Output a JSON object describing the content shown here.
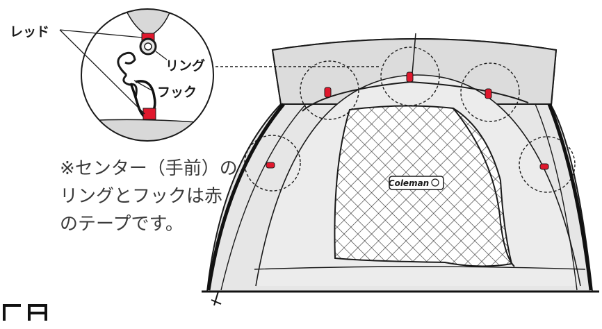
{
  "callouts": {
    "red": "レッド",
    "ring": "リング",
    "hook": "フック"
  },
  "note": {
    "line1": "※センター（手前）の",
    "line2": "リングとフックは赤",
    "line3": "のテープです。"
  },
  "logo": {
    "brand": "Coleman"
  },
  "colors": {
    "tape_red": "#e0182d",
    "tent_fill": "#e6e6e6",
    "mesh": "#4a4a4a"
  }
}
